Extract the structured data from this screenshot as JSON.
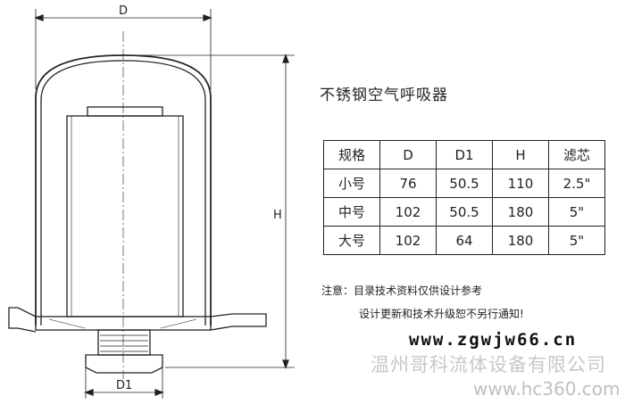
{
  "title": "不锈钢空气呼吸器",
  "dimensions": {
    "d": "D",
    "d1": "D1",
    "h": "H"
  },
  "table": {
    "headers": [
      "规格",
      "D",
      "D1",
      "H",
      "滤芯"
    ],
    "rows": [
      [
        "小号",
        "76",
        "50.5",
        "110",
        "2.5\""
      ],
      [
        "中号",
        "102",
        "50.5",
        "180",
        "5\""
      ],
      [
        "大号",
        "102",
        "64",
        "180",
        "5\""
      ]
    ]
  },
  "notes": [
    "注意：目录技术资料仅供设计参考",
    "设计更新和技术升级恕不另行通知!"
  ],
  "watermark": {
    "company": "温州哥科流体设备有限公司",
    "url": "www.zgwjw66.cn",
    "site": "www.hc360.com"
  }
}
